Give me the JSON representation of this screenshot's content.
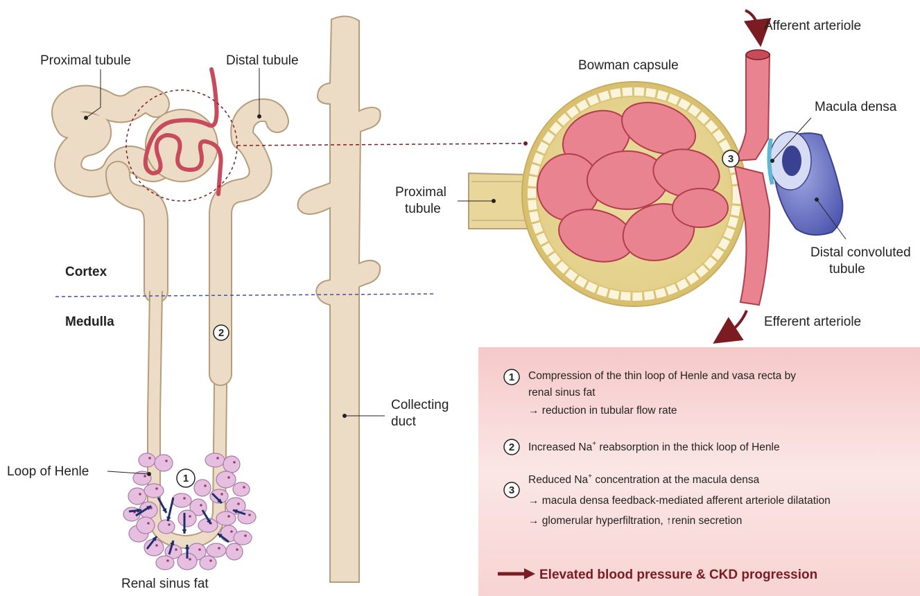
{
  "labels": {
    "proximal_tubule": "Proximal tubule",
    "distal_tubule": "Distal tubule",
    "cortex": "Cortex",
    "medulla": "Medulla",
    "loop_of_henle": "Loop of Henle",
    "renal_sinus_fat": "Renal sinus fat",
    "collecting_duct_1": "Collecting",
    "collecting_duct_2": "duct",
    "bowman_capsule": "Bowman capsule",
    "afferent_arteriole": "Afferent arteriole",
    "macula_densa": "Macula densa",
    "proximal_tubule_right_1": "Proximal",
    "proximal_tubule_right_2": "tubule",
    "distal_convoluted_1": "Distal convoluted",
    "distal_convoluted_2": "tubule",
    "efferent_arteriole": "Efferent arteriole"
  },
  "markers": {
    "m1": "1",
    "m2": "2",
    "m3": "3"
  },
  "legend": {
    "item1": {
      "num": "1",
      "line1": "Compression of the thin loop of Henle and vasa recta by",
      "line2": "renal sinus fat",
      "line3": "→ reduction in tubular flow rate"
    },
    "item2": {
      "num": "2",
      "pre": "Increased Na",
      "sup": "+",
      "post": " reabsorption in the thick loop of Henle"
    },
    "item3": {
      "num": "3",
      "pre": "Reduced Na",
      "sup": "+",
      "post": " concentration at the macula densa",
      "line2": "→ macula densa feedback-mediated afferent arteriole dilatation",
      "line3": "→ glomerular hyperfiltration, ↑renin secretion"
    },
    "conclusion": "Elevated blood pressure & CKD progression"
  },
  "colors": {
    "tubule_fill": "#ecdcc5",
    "tubule_stroke": "#b59c7b",
    "vessel": "#c74b5a",
    "vessel_light": "#e8838f",
    "fat": "#e6bfe0",
    "fat_stroke": "#a87aa6",
    "arrow_blue": "#1d2f6b",
    "dark_red": "#7b1c22",
    "capsule": "#e9d69a",
    "distal_blue": "#6f77c8",
    "dashed_blue": "#3d4fb0",
    "legend_bg": "#f9dcdc"
  }
}
